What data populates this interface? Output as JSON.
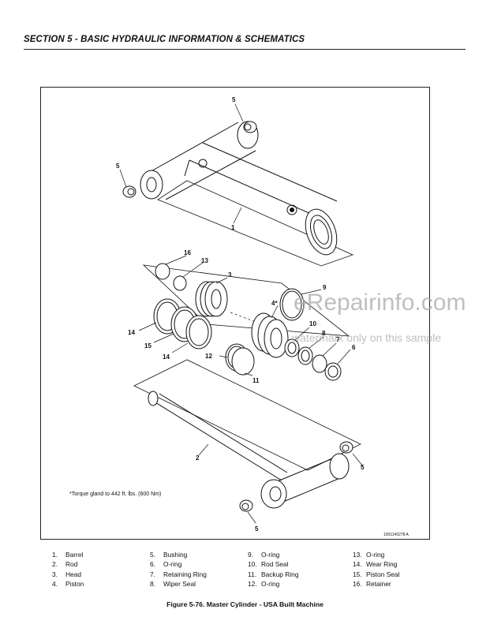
{
  "header": {
    "section_title": "SECTION 5 - BASIC HYDRAULIC INFORMATION & SCHEMATICS"
  },
  "figure": {
    "callouts": {
      "c5a": "5",
      "c5b": "5",
      "c1": "1",
      "c16": "16",
      "c13": "13",
      "c3": "3",
      "c9": "9",
      "c4": "4*",
      "c14a": "14",
      "c15": "15",
      "c14b": "14",
      "c10": "10",
      "c8": "8",
      "c7": "7",
      "c6": "6",
      "c12": "12",
      "c11": "11",
      "c2": "2",
      "c5c": "5",
      "c5d": "5"
    },
    "note": "*Torque gland to 442 ft. lbs. (600 Nm)",
    "drawing_id": "1001140278 A"
  },
  "watermark": {
    "brand": "eRepairinfo.com",
    "note": "watermark only on this sample"
  },
  "legend": [
    {
      "num": "1.",
      "label": "Barrel"
    },
    {
      "num": "5.",
      "label": "Bushing"
    },
    {
      "num": "9.",
      "label": "O-ring"
    },
    {
      "num": "13.",
      "label": "O-ring"
    },
    {
      "num": "2.",
      "label": "Rod"
    },
    {
      "num": "6.",
      "label": "O-ring"
    },
    {
      "num": "10.",
      "label": "Rod Seal"
    },
    {
      "num": "14.",
      "label": "Wear Ring"
    },
    {
      "num": "3.",
      "label": "Head"
    },
    {
      "num": "7.",
      "label": "Retaining Ring"
    },
    {
      "num": "11.",
      "label": "Backup Ring"
    },
    {
      "num": "15.",
      "label": "Piston Seal"
    },
    {
      "num": "4.",
      "label": "Piston"
    },
    {
      "num": "8.",
      "label": "Wiper Seal"
    },
    {
      "num": "12.",
      "label": "O-ring"
    },
    {
      "num": "16.",
      "label": "Retainer"
    }
  ],
  "caption": "Figure 5-76.  Master Cylinder - USA Built Machine"
}
